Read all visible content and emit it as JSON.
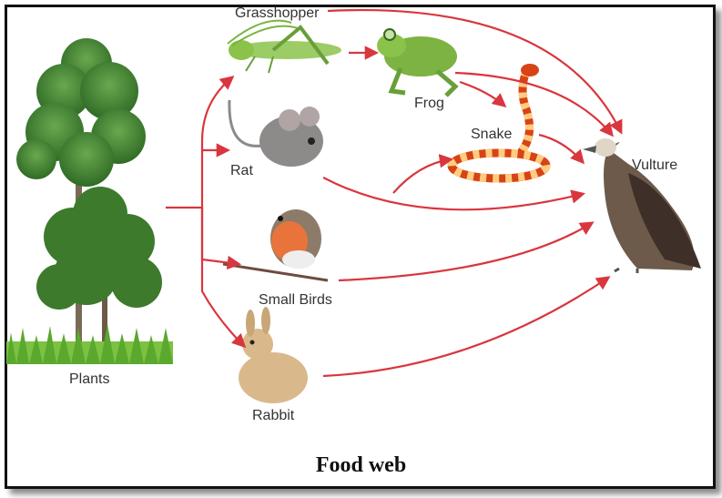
{
  "title": "Food web",
  "nodes": {
    "plants": "Plants",
    "grasshopper": "Grasshopper",
    "rat": "Rat",
    "small_birds": "Small Birds",
    "rabbit": "Rabbit",
    "frog": "Frog",
    "snake": "Snake",
    "vulture": "Vulture"
  },
  "colors": {
    "arrow": "#d9363e",
    "text": "#333333",
    "title": "#111111"
  }
}
